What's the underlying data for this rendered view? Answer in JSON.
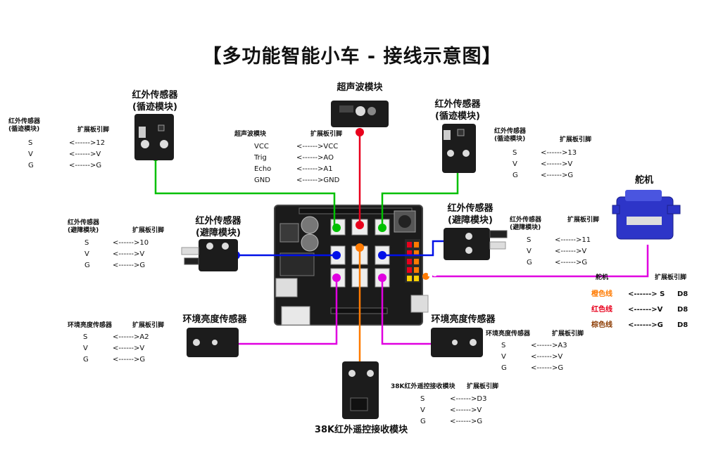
{
  "title": "【多功能智能小车 - 接线示意图】",
  "modules": {
    "ir_track_left": "红外传感器\n(循迹模块)",
    "ir_track_right": "红外传感器\n(循迹模块)",
    "ultrasonic": "超声波模块",
    "ir_avoid_left": "红外传感器\n(避障模块)",
    "ir_avoid_right": "红外传感器\n(避障模块)",
    "light_left": "环境亮度传感器",
    "light_right": "环境亮度传感器",
    "ir_receiver": "38K红外遥控接收模块",
    "servo": "舵机"
  },
  "board": {
    "pin_label": "D8"
  },
  "tables": {
    "track_left": {
      "module": "红外传感器\n(循迹模块)",
      "pin_header": "扩展板引脚",
      "rows": [
        [
          "S",
          "<------>12"
        ],
        [
          "V",
          "<------>V"
        ],
        [
          "G",
          "<------>G"
        ]
      ]
    },
    "ultrasonic": {
      "module": "超声波模块",
      "pin_header": "扩展板引脚",
      "rows": [
        [
          "VCC",
          "<------>VCC"
        ],
        [
          "Trig",
          "<------>AO"
        ],
        [
          "Echo",
          "<------>A1"
        ],
        [
          "GND",
          "<------>GND"
        ]
      ]
    },
    "track_right": {
      "module": "红外传感器\n(循迹模块)",
      "pin_header": "扩展板引脚",
      "rows": [
        [
          "S",
          "<------>13"
        ],
        [
          "V",
          "<------>V"
        ],
        [
          "G",
          "<------>G"
        ]
      ]
    },
    "avoid_left": {
      "module": "红外传感器\n(避障模块)",
      "pin_header": "扩展板引脚",
      "rows": [
        [
          "S",
          "<------>10"
        ],
        [
          "V",
          "<------>V"
        ],
        [
          "G",
          "<------>G"
        ]
      ]
    },
    "avoid_right": {
      "module": "红外传感器\n(避障模块)",
      "pin_header": "扩展板引脚",
      "rows": [
        [
          "S",
          "<------>11"
        ],
        [
          "V",
          "<------>V"
        ],
        [
          "G",
          "<------>G"
        ]
      ]
    },
    "light_left": {
      "module": "环境亮度传感器",
      "pin_header": "扩展板引脚",
      "rows": [
        [
          "S",
          "<------>A2"
        ],
        [
          "V",
          "<------>V"
        ],
        [
          "G",
          "<------>G"
        ]
      ]
    },
    "light_right": {
      "module": "环境亮度传感器",
      "pin_header": "扩展板引脚",
      "rows": [
        [
          "S",
          "<------>A3"
        ],
        [
          "V",
          "<------>V"
        ],
        [
          "G",
          "<------>G"
        ]
      ]
    },
    "ir_receiver": {
      "module": "38K红外遥控接收模块",
      "pin_header": "扩展板引脚",
      "rows": [
        [
          "S",
          "<------>D3"
        ],
        [
          "V",
          "<------>V"
        ],
        [
          "G",
          "<------>G"
        ]
      ]
    }
  },
  "servo_table": {
    "module": "舵机",
    "pin_header": "扩展板引脚",
    "rows": [
      {
        "wire": "橙色线",
        "arrow": "<------> S",
        "pin": "D8",
        "color": "#ff7a00"
      },
      {
        "wire": "红色线",
        "arrow": "<------>V",
        "pin": "D8",
        "color": "#e8001c"
      },
      {
        "wire": "棕色线",
        "arrow": "<------>G",
        "pin": "D8",
        "color": "#8b3a00"
      }
    ]
  },
  "wire_colors": {
    "green": "#00c000",
    "red": "#e8001c",
    "blue": "#0010e8",
    "orange": "#ff7a00",
    "magenta": "#e000e0"
  }
}
